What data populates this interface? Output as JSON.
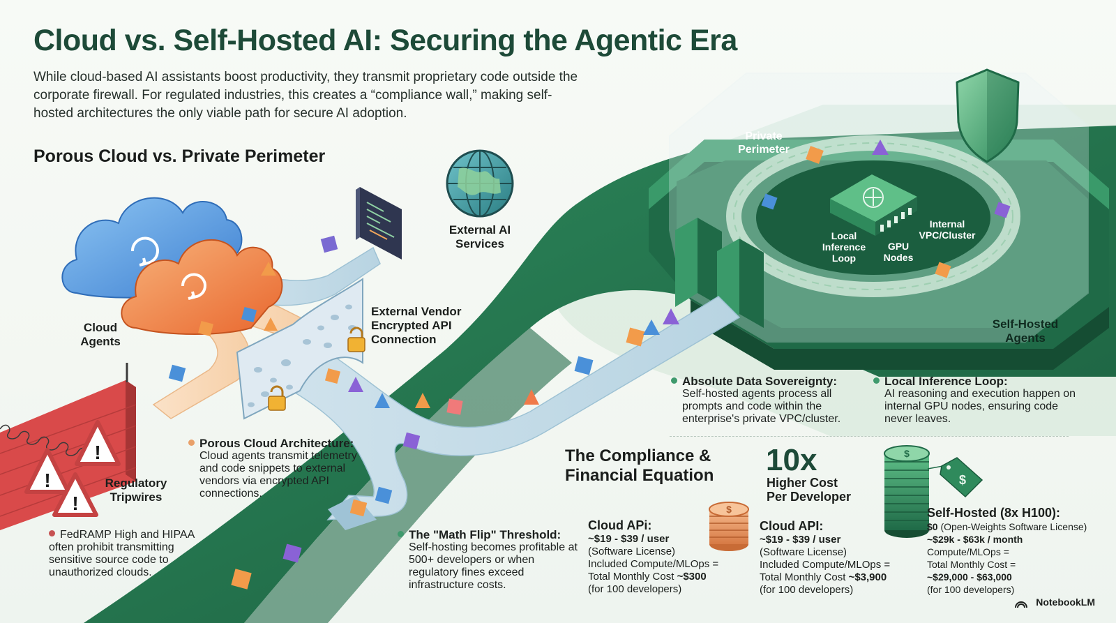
{
  "title": "Cloud vs. Self-Hosted AI: Securing the Agentic Era",
  "intro": "While cloud-based AI assistants boost productivity, they transmit proprietary code outside the corporate firewall. For regulated industries, this creates a “compliance wall,” making self-hosted architectures the only viable path for secure AI adoption.",
  "section_title": "Porous Cloud vs. Private Perimeter",
  "labels": {
    "cloud_agents": [
      "Cloud",
      "Agents"
    ],
    "external_ai": [
      "External AI",
      "Services"
    ],
    "vendor_api": [
      "External Vendor",
      "Encrypted API",
      "Connection"
    ],
    "regulatory": [
      "Regulatory",
      "Tripwires"
    ],
    "private_perimeter": [
      "Private",
      "Perimeter"
    ],
    "internal_vpc": [
      "Internal",
      "VPC/Cluster"
    ],
    "local_loop": [
      "Local",
      "Inference",
      "Loop"
    ],
    "gpu_nodes": [
      "GPU",
      "Nodes"
    ],
    "self_hosted_agents": [
      "Self-Hosted",
      "Agents"
    ]
  },
  "notes": {
    "fedramp": "FedRAMP High and HIPAA often prohibit transmitting sensitive source code to unauthorized clouds.",
    "porous": {
      "heading": "Porous Cloud Architecture:",
      "body": "Cloud agents transmit telemetry and code snippets to external vendors via encrypted API connections."
    },
    "math_flip": {
      "heading": "The \"Math Flip\" Threshold:",
      "body": "Self-hosting becomes profitable at 500+ developers or when regulatory fines exceed infrastructure costs."
    },
    "sovereignty": {
      "heading": "Absolute Data Sovereignty:",
      "body": "Self-hosted agents process all prompts and code within the enterprise's private VPC/cluster."
    },
    "local_loop": {
      "heading": "Local Inference Loop:",
      "body": "AI reasoning and execution happen on internal GPU nodes, ensuring code never leaves."
    }
  },
  "equation": {
    "title": [
      "The Compliance &",
      "Financial Equation"
    ],
    "multiplier": "10x",
    "multiplier_caption": [
      "Higher Cost",
      "Per Developer"
    ],
    "col1": {
      "heading": "Cloud APi:",
      "price": "~$19 - $39 / user",
      "license": "(Software License)",
      "compute": "Included Compute/MLOps =",
      "total_prefix": "Total Monthly Cost ",
      "total": "~$300",
      "team": "(for 100 developers)"
    },
    "col2": {
      "heading": "Cloud API:",
      "price": "~$19 - $39 / user",
      "license": "(Software License)",
      "compute": "Included Compute/MLOps =",
      "total_prefix": "Total Monthly Cost ",
      "total": "~$3,900",
      "team": "(for 100 developers)"
    },
    "col3": {
      "heading": "Self-Hosted (8x H100):",
      "license_price": "$0",
      "license": " (Open-Weights Software License)",
      "price": "~$29k - $63k / month",
      "compute": "Compute/MLOps =",
      "total_label": "Total Monthly Cost =",
      "total": "~$29,000 - $63,000",
      "team": "(for 100 developers)"
    }
  },
  "brand": "NotebookLM",
  "colors": {
    "accent": "#1d4a38",
    "deep_green": "#1f6a47",
    "mid_green": "#2f8a5c",
    "cloud_blue": "#4a90d9",
    "cloud_orange": "#ef7f3a",
    "wall_red": "#d94a4a",
    "path_blue": "#cfe3ee"
  }
}
